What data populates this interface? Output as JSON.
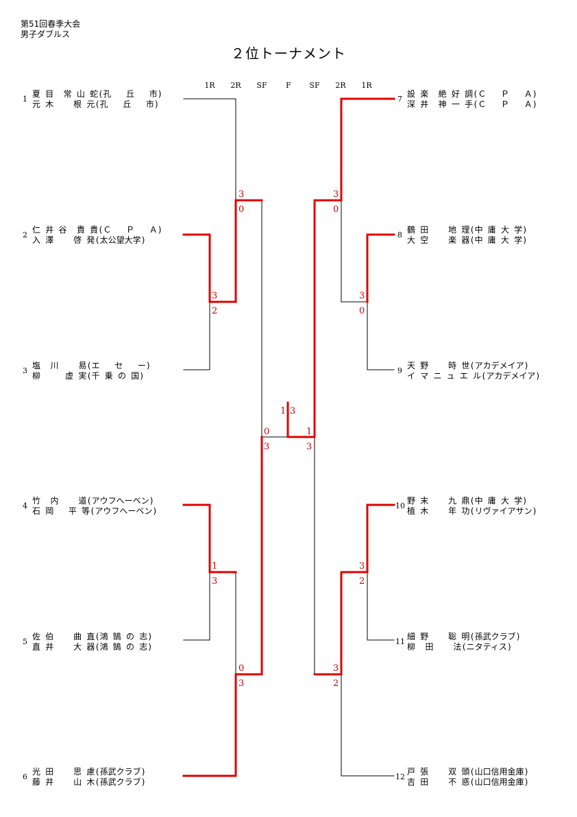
{
  "header": {
    "line1": "第51回春季大会",
    "line2": "男子ダブルス",
    "title": "２位トーナメント"
  },
  "rounds": [
    "1R",
    "2R",
    "SF",
    "F",
    "SF",
    "2R",
    "1R"
  ],
  "colors": {
    "win": "#e00000",
    "line": "#000000",
    "score": "#cc0000"
  },
  "left_entries": [
    {
      "seed": "1",
      "players": [
        "夏 目  常 山 蛇(孔   丘   市)",
        "元 木    根 元(孔   丘   市)"
      ]
    },
    {
      "seed": "2",
      "players": [
        "仁 井 谷  貴 貴(Ｃ   Ｐ   Ａ)",
        "入 澤    啓 発(太公望大学)"
      ]
    },
    {
      "seed": "3",
      "players": [
        "塩  川    易(エ   セ   ー)",
        "柳     虚 実(千 乗 の 国)"
      ]
    },
    {
      "seed": "4",
      "players": [
        "竹  内    道(アウフへーベン)",
        "石 岡   平 等(アウフへーベン)"
      ]
    },
    {
      "seed": "5",
      "players": [
        "佐 伯    曲 直(鴻 鵠 の 志)",
        "直 井    大 器(鴻 鵠 の 志)"
      ]
    },
    {
      "seed": "6",
      "players": [
        "光 田    思 慮(孫武クラブ)",
        "藤 井    山 木(孫武クラブ)"
      ]
    }
  ],
  "right_entries": [
    {
      "seed": "7",
      "players": [
        "設 楽  絶 好 調(Ｃ   Ｐ   Ａ)",
        "深 井  神 一 手(Ｃ   Ｐ   Ａ)"
      ]
    },
    {
      "seed": "8",
      "players": [
        "鶴 田    地 理(中 庸 大 学)",
        "大 空    楽 器(中 庸 大 学)"
      ]
    },
    {
      "seed": "9",
      "players": [
        "天 野    時 世(アカデメイア)",
        "イ マ ニ ュ エ ル(アカデメイア)"
      ]
    },
    {
      "seed": "10",
      "players": [
        "野 末    九 鼎(中 庸 大 学)",
        "植 木    年 功(リヴァイアサン)"
      ]
    },
    {
      "seed": "11",
      "players": [
        "細 野    聡 明(孫武クラブ)",
        "柳  田    法(ニタティス)"
      ]
    },
    {
      "seed": "12",
      "players": [
        "戸 張    双 頭(山口信用金庫)",
        "吉 田    不 惑(山口信用金庫)"
      ]
    }
  ],
  "scores": [
    {
      "t": "3"
    },
    {
      "t": "0"
    },
    {
      "t": "3"
    },
    {
      "t": "2"
    },
    {
      "t": "1"
    },
    {
      "t": "3"
    },
    {
      "t": "0"
    },
    {
      "t": "3"
    },
    {
      "t": "0"
    },
    {
      "t": "3"
    },
    {
      "t": "3"
    },
    {
      "t": "0"
    },
    {
      "t": "3"
    },
    {
      "t": "0"
    },
    {
      "t": "3"
    },
    {
      "t": "2"
    },
    {
      "t": "3"
    },
    {
      "t": "2"
    },
    {
      "t": "1"
    },
    {
      "t": "3"
    },
    {
      "t": "1"
    },
    {
      "t": "3"
    }
  ]
}
